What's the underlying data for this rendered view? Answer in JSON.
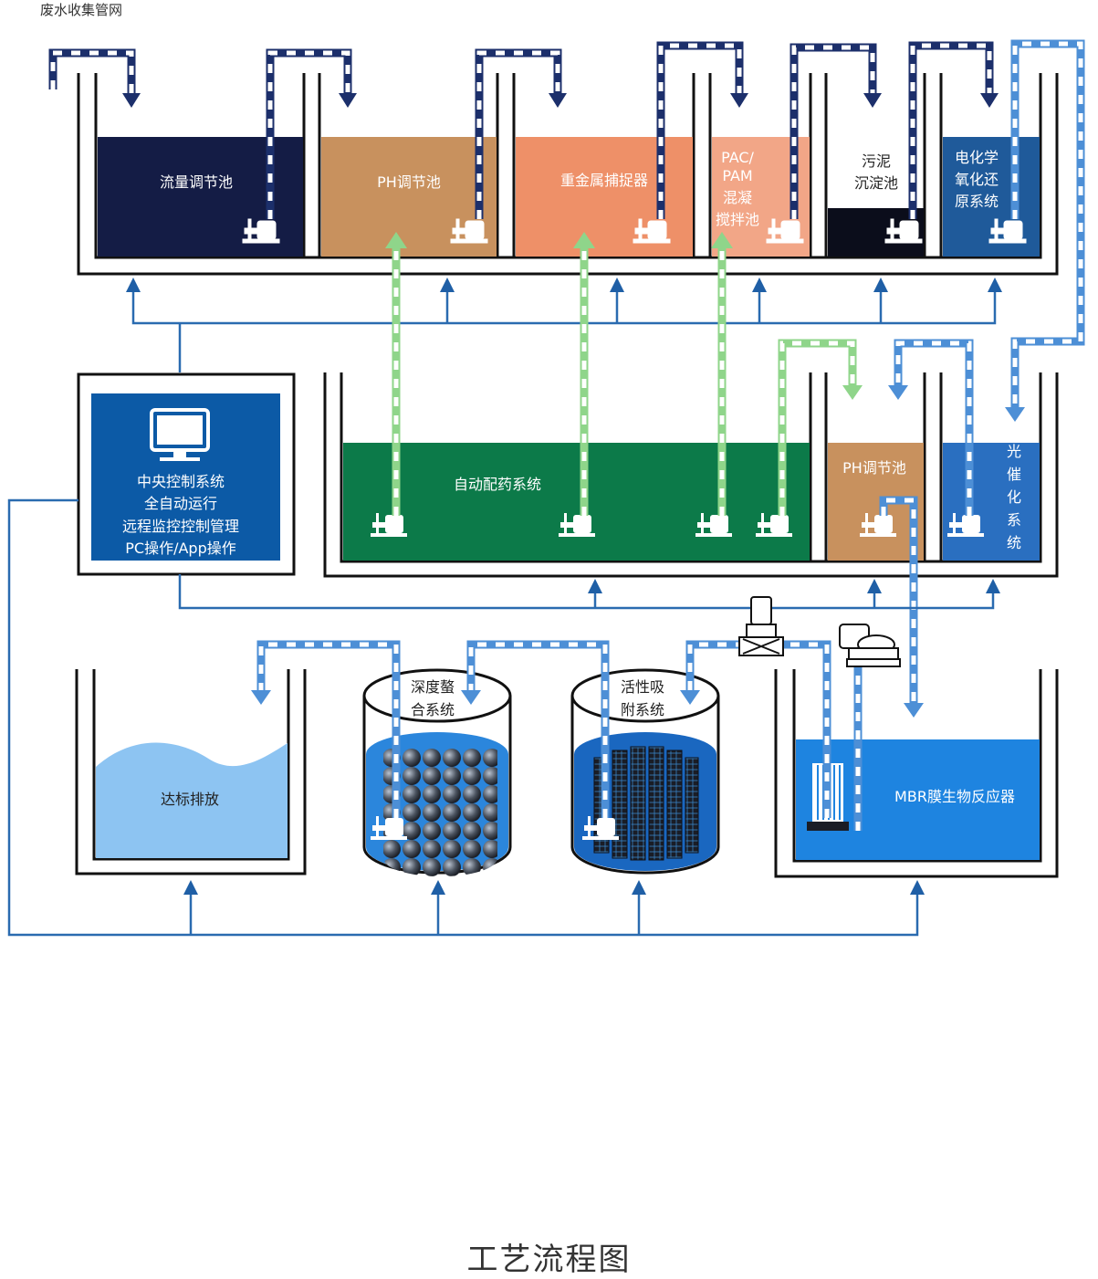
{
  "header_note": "废水收集管网",
  "caption": "工艺流程图",
  "top_row": {
    "tank1": "流量调节池",
    "tank2": "PH调节池",
    "tank3": "重金属捕捉器",
    "tank4": [
      "PAC/",
      "PAM",
      "混凝",
      "搅拌池"
    ],
    "tank5": [
      "污泥",
      "沉淀池"
    ],
    "tank6": [
      "电化学",
      "氧化还",
      "原系统"
    ]
  },
  "middle_row": {
    "control": [
      "中央控制系统",
      "全自动运行",
      "远程监控控制管理",
      "PC操作/App操作"
    ],
    "dosing": "自动配药系统",
    "ph": "PH调节池",
    "photocatalysis": [
      "光",
      "催",
      "化",
      "系",
      "统"
    ]
  },
  "bottom_row": {
    "discharge": "达标排放",
    "chelation": [
      "深度螯",
      "合系统"
    ],
    "carbon": [
      "活性吸",
      "附系统"
    ],
    "mbr": "MBR膜生物反应器"
  },
  "colors": {
    "navy": "#141c45",
    "tan": "#c8915e",
    "salmon": "#ee9068",
    "peach": "#f2a687",
    "black": "#0b0d1b",
    "steel_blue": "#1f5a9a",
    "green": "#0c7a49",
    "mid_blue": "#2a6fc0",
    "light_blue": "#8dc4f2",
    "bright_blue": "#1e84e0",
    "line_blue": "#2a6bb0"
  }
}
